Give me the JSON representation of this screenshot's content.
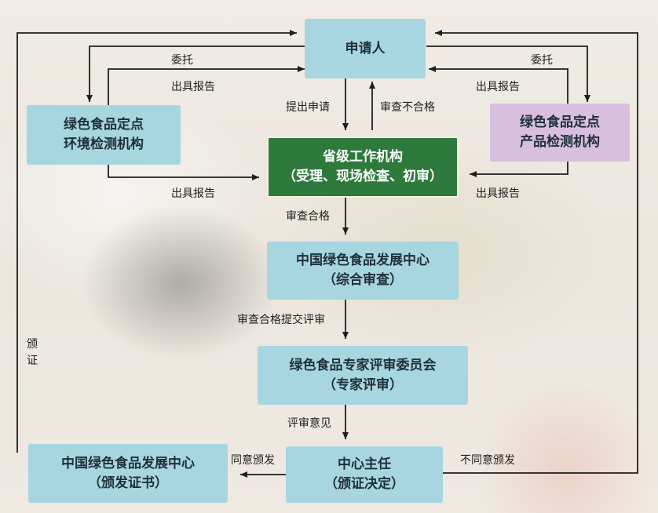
{
  "nodes": {
    "applicant": "申请人",
    "env_lab_line1": "绿色食品定点",
    "env_lab_line2": "环境检测机构",
    "product_lab_line1": "绿色食品定点",
    "product_lab_line2": "产品检测机构",
    "provincial_line1": "省级工作机构",
    "provincial_line2": "（受理、现场检查、初审）",
    "center_review_line1": "中国绿色食品发展中心",
    "center_review_line2": "（综合审查）",
    "expert_line1": "绿色食品专家评审委员会",
    "expert_line2": "（专家评审）",
    "decision_line1": "中心主任",
    "decision_line2": "（颁证决定）",
    "issue_line1": "中国绿色食品发展中心",
    "issue_line2": "（颁发证书）"
  },
  "edges": {
    "entrust_left": "委托",
    "report_left_top": "出具报告",
    "report_left_bottom": "出具报告",
    "entrust_right": "委托",
    "report_right_top": "出具报告",
    "report_right_bottom": "出具报告",
    "submit": "提出申请",
    "review_fail": "审查不合格",
    "review_pass": "审查合格",
    "pass_submit_review": "审查合格提交评审",
    "review_opinion": "评审意见",
    "agree_issue": "同意颁发",
    "disagree_issue": "不同意颁发",
    "issue_cert_char1": "颁",
    "issue_cert_char2": "证"
  },
  "colors": {
    "box_blue": "#a7d6e0",
    "box_green": "#2e7a3d",
    "box_purple": "#d8bfdf",
    "line": "#1e1e1e"
  }
}
